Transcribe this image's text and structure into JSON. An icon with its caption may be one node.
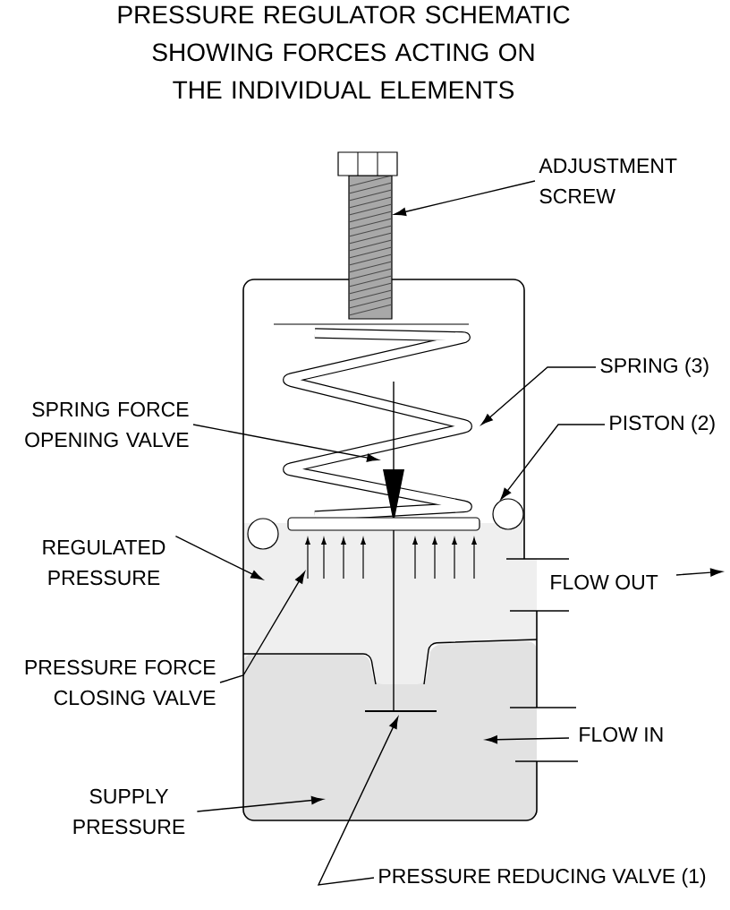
{
  "diagram": {
    "title": "PRESSURE REGULATOR SCHEMATIC SHOWING FORCES ACTING ON THE INDIVIDUAL ELEMENTS",
    "nodes": [
      {
        "text": [
          "ADJUSTMENT SCREW"
        ]
      },
      {
        "text": [
          "SPRING (3)"
        ]
      },
      {
        "text": [
          "SPRING FORCE OPENING VALVE"
        ]
      },
      {
        "text": [
          "PISTON (2)"
        ]
      },
      {
        "text": [
          "REGULATED PRESSURE"
        ]
      },
      {
        "text": [
          "PRESSURE FORCE CLOSING VALVE"
        ]
      },
      {
        "text": [
          "SUPPLY PRESSURE"
        ]
      },
      {
        "text": [
          "PRESSURE REDUCING VALVE (1)"
        ]
      }
    ],
    "edges": [
      {
        "from": 0,
        "to": null,
        "arrow": "to"
      },
      {
        "from": 1,
        "to": null,
        "arrow": "to"
      },
      {
        "from": 2,
        "to": null,
        "arrow": "to"
      },
      {
        "from": 3,
        "to": null,
        "arrow": "to"
      },
      {
        "from": 4,
        "to": null,
        "arrow": "to"
      },
      {
        "from": 5,
        "to": null,
        "arrow": "to"
      },
      {
        "from": 6,
        "to": null,
        "arrow": "to"
      },
      {
        "from": 7,
        "to": null,
        "arrow": "to"
      }
    ],
    "labels": [
      "FLOW OUT",
      "FLOW IN"
    ]
  }
}
